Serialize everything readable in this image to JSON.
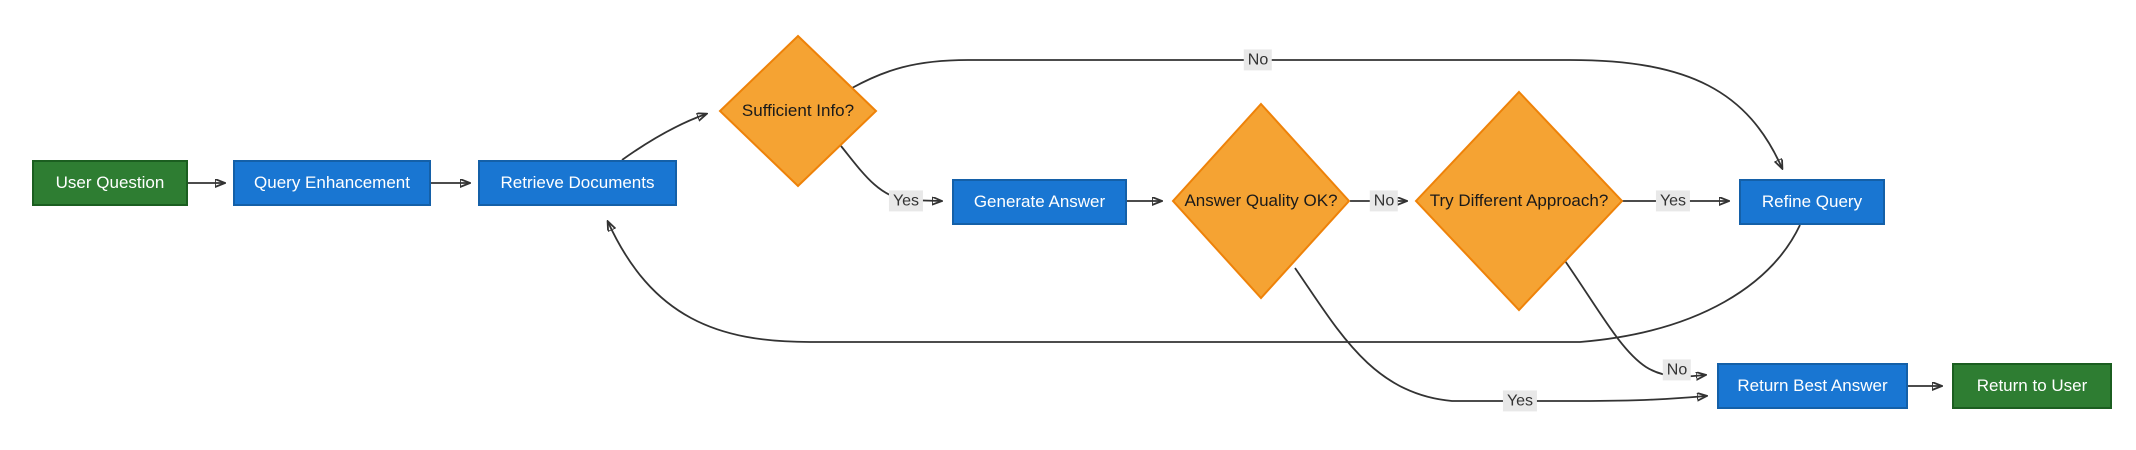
{
  "diagram": {
    "type": "flowchart",
    "nodes": [
      {
        "id": "user-question",
        "label": "User Question",
        "shape": "rect",
        "kind": "start"
      },
      {
        "id": "query-enhancement",
        "label": "Query Enhancement",
        "shape": "rect",
        "kind": "process"
      },
      {
        "id": "retrieve-documents",
        "label": "Retrieve Documents",
        "shape": "rect",
        "kind": "process"
      },
      {
        "id": "sufficient-info",
        "label": "Sufficient Info?",
        "shape": "diamond",
        "kind": "decision"
      },
      {
        "id": "generate-answer",
        "label": "Generate Answer",
        "shape": "rect",
        "kind": "process"
      },
      {
        "id": "answer-quality",
        "label": "Answer Quality OK?",
        "shape": "diamond",
        "kind": "decision"
      },
      {
        "id": "try-different",
        "label": "Try Different Approach?",
        "shape": "diamond",
        "kind": "decision"
      },
      {
        "id": "refine-query",
        "label": "Refine Query",
        "shape": "rect",
        "kind": "process"
      },
      {
        "id": "return-best-answer",
        "label": "Return Best Answer",
        "shape": "rect",
        "kind": "process"
      },
      {
        "id": "return-to-user",
        "label": "Return to User",
        "shape": "rect",
        "kind": "end"
      }
    ],
    "edges": [
      {
        "from": "User Question",
        "to": "Query Enhancement",
        "label": ""
      },
      {
        "from": "Query Enhancement",
        "to": "Retrieve Documents",
        "label": ""
      },
      {
        "from": "Retrieve Documents",
        "to": "Sufficient Info?",
        "label": ""
      },
      {
        "from": "Sufficient Info?",
        "to": "Generate Answer",
        "label": "Yes"
      },
      {
        "from": "Sufficient Info?",
        "to": "Refine Query",
        "label": "No"
      },
      {
        "from": "Generate Answer",
        "to": "Answer Quality OK?",
        "label": ""
      },
      {
        "from": "Answer Quality OK?",
        "to": "Try Different Approach?",
        "label": "No"
      },
      {
        "from": "Try Different Approach?",
        "to": "Refine Query",
        "label": "Yes"
      },
      {
        "from": "Refine Query",
        "to": "Retrieve Documents",
        "label": ""
      },
      {
        "from": "Answer Quality OK?",
        "to": "Return Best Answer",
        "label": "Yes"
      },
      {
        "from": "Try Different Approach?",
        "to": "Return Best Answer",
        "label": "No"
      },
      {
        "from": "Return Best Answer",
        "to": "Return to User",
        "label": ""
      }
    ]
  },
  "colors": {
    "start_end_fill": "#2E7D32",
    "start_end_border": "#1B5E20",
    "process_fill": "#1976D2",
    "process_border": "#1460A8",
    "decision_fill": "#F5A333",
    "decision_border": "#EE8209",
    "edge_line": "#333333",
    "edge_label_bg": "#E8E8E8",
    "edge_label_text": "#333333",
    "node_text_light": "#FFFFFF",
    "node_text_dark": "#1A1A1A",
    "background": "#FFFFFF"
  }
}
